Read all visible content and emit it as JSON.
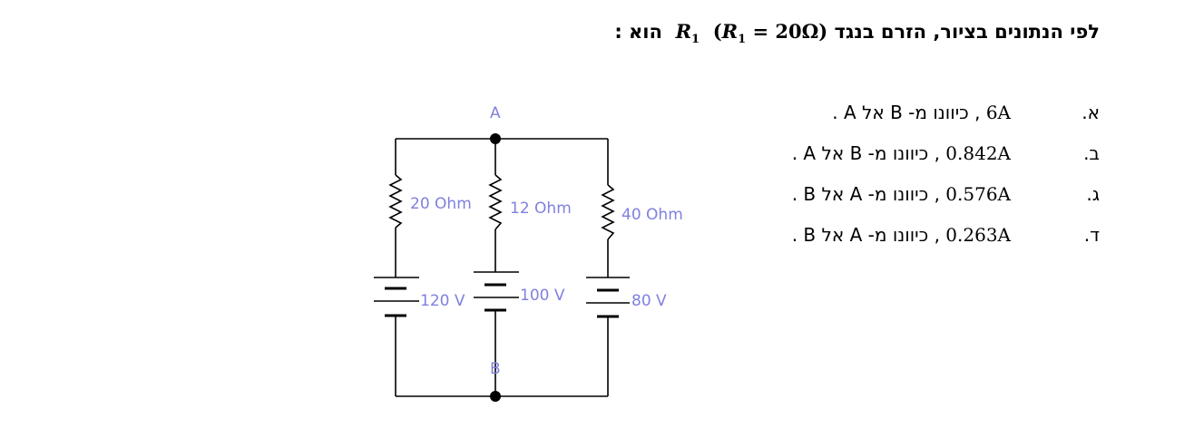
{
  "question": {
    "prefix": "לפי הנתונים בציור, הזרם בנגד",
    "r_symbol": "R",
    "r_sub": "1",
    "paren_open": "(",
    "paren_close": "Ω)",
    "value_eq": " = 20",
    "suffix": "הוא :"
  },
  "answers": [
    {
      "letter": "א.",
      "value": "6A",
      "text": ", כיוונו מ- B אל A ."
    },
    {
      "letter": "ב.",
      "value": "0.842A",
      "text": ", כיוונו מ- B אל A ."
    },
    {
      "letter": "ג.",
      "value": "0.576A",
      "text": ", כיוונו מ- A אל B ."
    },
    {
      "letter": "ד.",
      "value": "0.263A",
      "text": ", כיוונו מ- A אל B ."
    }
  ],
  "circuit": {
    "node_a": "A",
    "node_b": "B",
    "resistor_1": "20 Ohm",
    "resistor_2": "12 Ohm",
    "resistor_3": "40 Ohm",
    "battery_1": "120 V",
    "battery_2": "100 V",
    "battery_3": "80 V",
    "label_color": "#8080e0",
    "wire_color": "#000000"
  }
}
